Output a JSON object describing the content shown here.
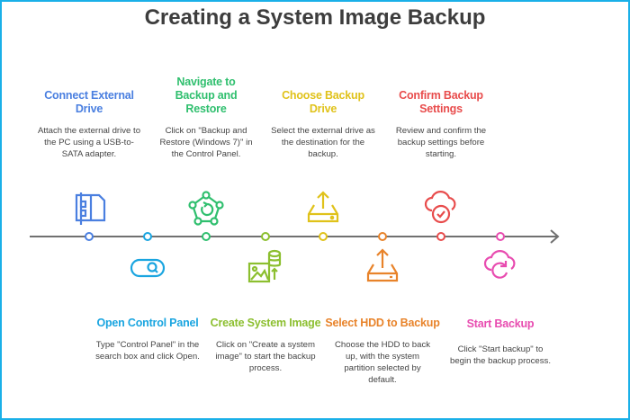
{
  "title": "Creating a System Image Backup",
  "steps": [
    {
      "title": "Connect External Drive",
      "desc": "Attach the external drive to the PC using a USB-to-SATA adapter.",
      "icon": "hard-drive-card-icon",
      "color": "#4a7fe0"
    },
    {
      "title": "Open Control Panel",
      "desc": "Type \"Control Panel\" in the search box and click Open.",
      "icon": "search-bar-icon",
      "color": "#1aa5e0"
    },
    {
      "title": "Navigate to Backup and Restore",
      "desc": "Click on \"Backup and Restore (Windows 7)\" in the Control Panel.",
      "icon": "restore-network-icon",
      "color": "#2fbf6e"
    },
    {
      "title": "Create System Image",
      "desc": "Click on \"Create a system image\" to start the backup process.",
      "icon": "image-database-icon",
      "color": "#8cbf2f"
    },
    {
      "title": "Choose Backup Drive",
      "desc": "Select the external drive as the destination for the backup.",
      "icon": "drive-upload-icon",
      "color": "#e0c21a"
    },
    {
      "title": "Select HDD to Backup",
      "desc": "Choose the HDD to back up, with the system partition selected by default.",
      "icon": "hdd-upload-icon",
      "color": "#e8832a"
    },
    {
      "title": "Confirm Backup Settings",
      "desc": "Review and confirm the backup settings before starting.",
      "icon": "cloud-check-icon",
      "color": "#e84c4c"
    },
    {
      "title": "Start Backup",
      "desc": "Click \"Start backup\" to begin the backup process.",
      "icon": "cloud-sync-icon",
      "color": "#e84cb0"
    }
  ]
}
